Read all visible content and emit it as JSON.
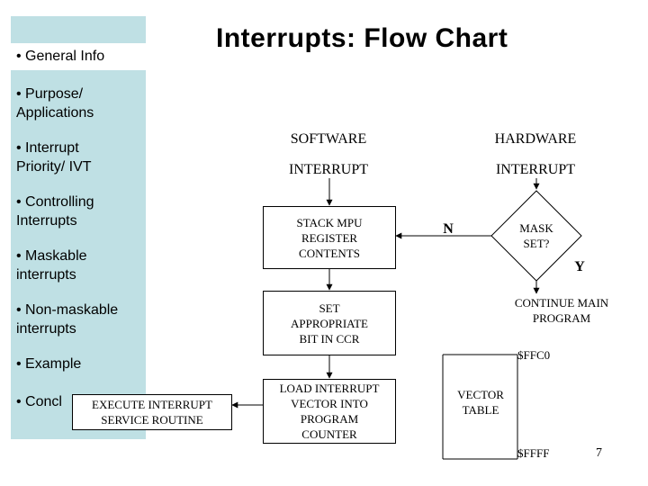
{
  "title": "Interrupts: Flow Chart",
  "sidebar": {
    "items": [
      "• General Info",
      "• Purpose/ Applications",
      "• Interrupt Priority/ IVT",
      "• Controlling Interrupts",
      "• Maskable interrupts",
      "• Non-maskable interrupts",
      "• Example",
      "• Concl"
    ]
  },
  "flow": {
    "software_line1": "SOFTWARE",
    "software_line2": "INTERRUPT",
    "hardware_line1": "HARDWARE",
    "hardware_line2": "INTERRUPT",
    "stack_box": "STACK MPU REGISTER CONTENTS",
    "mask_decision": "MASK SET?",
    "no_label": "N",
    "yes_label": "Y",
    "set_bit_box": "SET APPROPRIATE BIT IN CCR",
    "continue_main": "CONTINUE MAIN PROGRAM",
    "load_vector_box": "LOAD INTERRUPT VECTOR INTO PROGRAM COUNTER",
    "execute_isr_box": "EXECUTE INTERRUPT SERVICE ROUTINE",
    "vector_table": "VECTOR TABLE",
    "addr_start": "$FFC0",
    "addr_end": "$FFFF"
  },
  "slide_number": "7"
}
